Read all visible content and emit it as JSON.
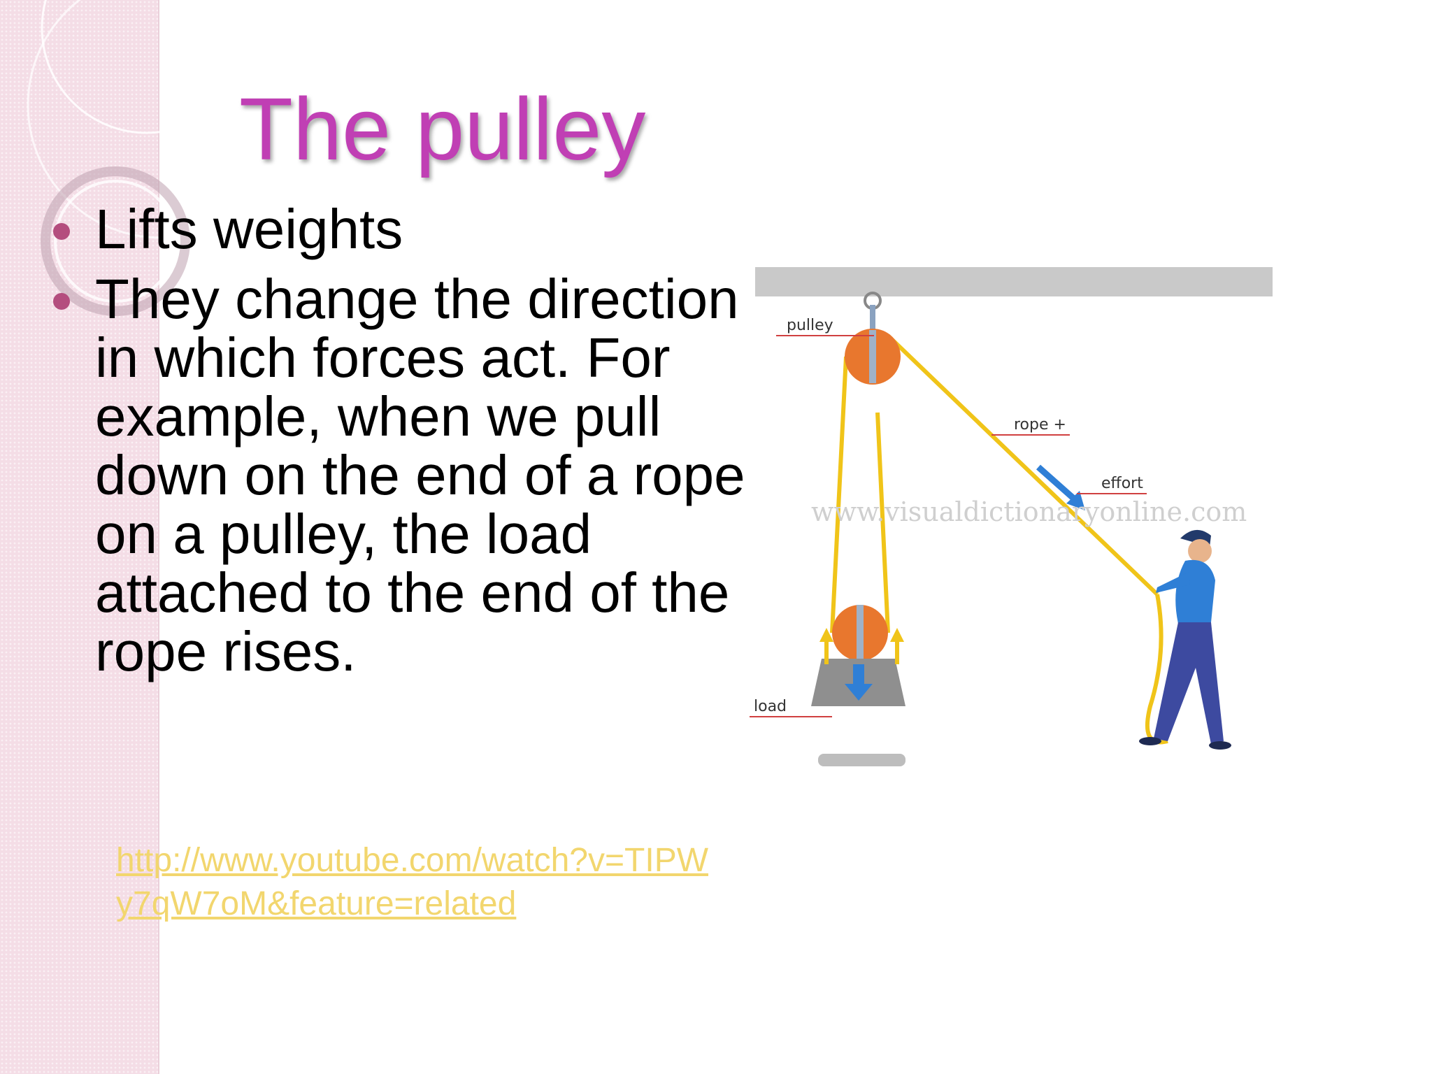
{
  "slide": {
    "title": "The pulley",
    "bullets": [
      "Lifts weights",
      "They change the direction in which forces act. For example, when we pull down on the end of a rope on a pulley, the load attached to the end of the rope rises."
    ],
    "link": "http://www.youtube.com/watch?v=TIPWy7qW7oM&feature=related"
  },
  "figure": {
    "labels": {
      "pulley": "pulley",
      "rope": "rope +",
      "effort": "effort",
      "load": "load"
    },
    "watermark": "www.visualdictionaryonline.com"
  },
  "colors": {
    "title": "#c03fb4",
    "bullet_dot": "#b44d7e",
    "link": "#f2d66e",
    "pulley_wheel": "#e8772e",
    "rope": "#f0c419",
    "arrow_blue": "#2f7fd6"
  }
}
